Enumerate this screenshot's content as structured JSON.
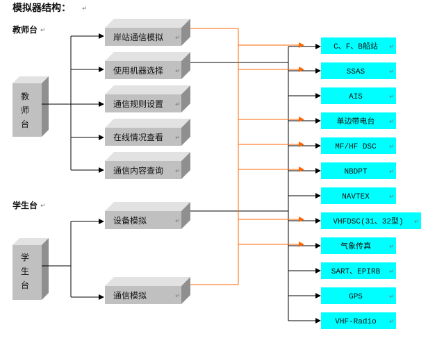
{
  "title": "模拟器结构：",
  "teacher_section": {
    "label": "教师台",
    "station_lines": [
      "教",
      "师",
      "台"
    ]
  },
  "student_section": {
    "label": "学生台",
    "station_lines": [
      "学",
      "生",
      "台"
    ]
  },
  "teacher_modules": [
    "岸站通信模拟",
    "使用机器选择",
    "通信规则设置",
    "在线情况查看",
    "通信内容查询"
  ],
  "student_modules": [
    "设备模拟",
    "通信模拟"
  ],
  "equipment": [
    "C、F、B船站",
    "SSAS",
    "AIS",
    "单边带电台",
    "MF/HF DSC",
    "NBDPT",
    "NAVTEX",
    "VHFDSC(31、32型)",
    "气象传真",
    "SART、EPIRB",
    "GPS",
    "VHF-Radio"
  ],
  "colors": {
    "box_face": "#c0c0c0",
    "box_top": "#e2e2e2",
    "box_side": "#8f8f8f",
    "equip_fill": "#00ffff",
    "orange_line": "#ff6600",
    "black_line": "#000000"
  },
  "paragraph_mark": "↵"
}
